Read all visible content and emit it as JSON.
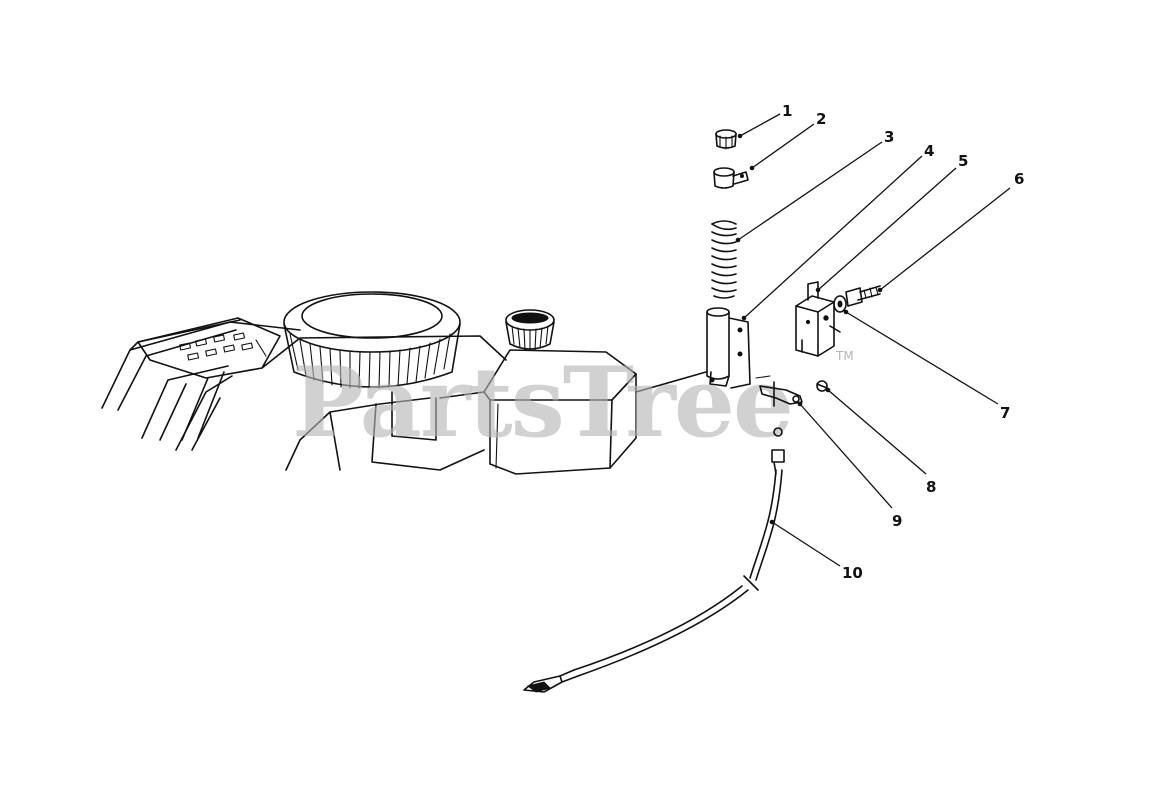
{
  "watermark": {
    "text": "PartsTree",
    "trademark": "TM"
  },
  "callouts": [
    {
      "id": "1",
      "label": "1"
    },
    {
      "id": "2",
      "label": "2"
    },
    {
      "id": "3",
      "label": "3"
    },
    {
      "id": "4",
      "label": "4"
    },
    {
      "id": "5",
      "label": "5"
    },
    {
      "id": "6",
      "label": "6"
    },
    {
      "id": "7",
      "label": "7"
    },
    {
      "id": "8",
      "label": "8"
    },
    {
      "id": "9",
      "label": "9"
    },
    {
      "id": "10",
      "label": "10"
    }
  ],
  "colors": {
    "ink": "#111111",
    "watermark": "#b5b5b5",
    "background": "#ffffff"
  }
}
